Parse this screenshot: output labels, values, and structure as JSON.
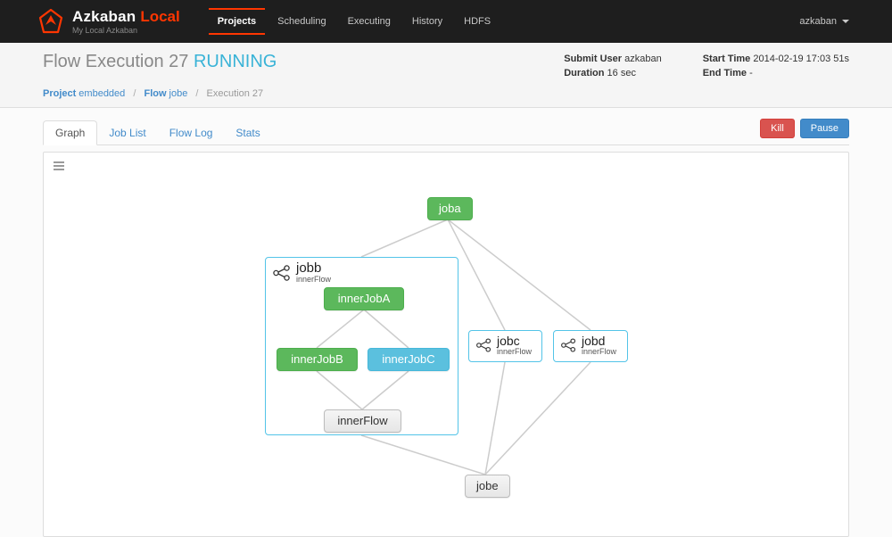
{
  "navbar": {
    "brand": "Azkaban",
    "brand_accent": "Local",
    "subtitle": "My Local Azkaban",
    "items": [
      "Projects",
      "Scheduling",
      "Executing",
      "History",
      "HDFS"
    ],
    "user_menu": "azkaban"
  },
  "header": {
    "title": "Flow Execution 27",
    "status": "RUNNING",
    "meta": [
      {
        "label": "Submit User",
        "value": "azkaban"
      },
      {
        "label": "Duration",
        "value": "16 sec"
      },
      {
        "label": "Start Time",
        "value": "2014-02-19 17:03 51s"
      },
      {
        "label": "End Time",
        "value": "-"
      }
    ],
    "breadcrumb": {
      "separator": "/",
      "segments": [
        {
          "label": "Project",
          "value": "embedded"
        },
        {
          "label": "Flow",
          "value": "jobe"
        },
        {
          "label": "Execution 27",
          "value": ""
        }
      ]
    }
  },
  "tabs": [
    "Graph",
    "Job List",
    "Flow Log",
    "Stats"
  ],
  "actions": {
    "kill": "Kill",
    "pause": "Pause"
  },
  "graph": {
    "nodes": {
      "joba": {
        "label": "joba",
        "status": "success"
      },
      "jobb": {
        "label": "jobb",
        "sublabel": "innerFlow",
        "status": "running-flow"
      },
      "innerJobA": {
        "label": "innerJobA",
        "status": "success"
      },
      "innerJobB": {
        "label": "innerJobB",
        "status": "success"
      },
      "innerJobC": {
        "label": "innerJobC",
        "status": "running"
      },
      "innerFlow": {
        "label": "innerFlow",
        "status": "ready"
      },
      "jobc": {
        "label": "jobc",
        "sublabel": "innerFlow",
        "status": "running-flow"
      },
      "jobd": {
        "label": "jobd",
        "sublabel": "innerFlow",
        "status": "running-flow"
      },
      "jobe": {
        "label": "jobe",
        "status": "ready"
      }
    },
    "edges": [
      [
        "joba",
        "jobb"
      ],
      [
        "joba",
        "jobc"
      ],
      [
        "joba",
        "jobd"
      ],
      [
        "jobb",
        "jobe"
      ],
      [
        "jobc",
        "jobe"
      ],
      [
        "jobd",
        "jobe"
      ],
      [
        "innerJobA",
        "innerJobB"
      ],
      [
        "innerJobA",
        "innerJobC"
      ],
      [
        "innerJobB",
        "innerFlow"
      ],
      [
        "innerJobC",
        "innerFlow"
      ]
    ]
  },
  "colors": {
    "accent_orange": "#ff3601",
    "status_running_text": "#39b3d7",
    "success_green": "#5cb85c",
    "info_blue": "#5bc0de",
    "danger_red": "#d9534f",
    "primary_blue": "#428bca"
  }
}
